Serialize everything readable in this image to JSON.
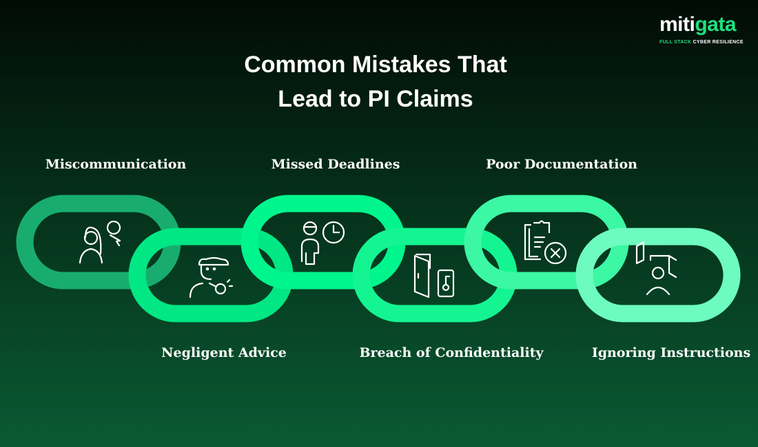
{
  "logo": {
    "word_part1": "miti",
    "word_part2": "gata",
    "tagline_part1": "FULL STACK",
    "tagline_part2": "CYBER RESILIENCE"
  },
  "title": {
    "line1": "Common Mistakes That",
    "line2": "Lead to PI Claims"
  },
  "links": [
    {
      "label": "Miscommunication",
      "icon": "person-cursor-icon",
      "color": "#18ad6e"
    },
    {
      "label": "Negligent Advice",
      "icon": "person-whistle-icon",
      "color": "#00e783"
    },
    {
      "label": "Missed Deadlines",
      "icon": "person-clock-icon",
      "color": "#00f58c"
    },
    {
      "label": "Breach of Confidentiality",
      "icon": "door-key-icon",
      "color": "#14f592"
    },
    {
      "label": "Poor Documentation",
      "icon": "clipboard-x-icon",
      "color": "#3cf7a4"
    },
    {
      "label": "Ignoring Instructions",
      "icon": "person-panels-icon",
      "color": "#6dfbbf"
    }
  ]
}
